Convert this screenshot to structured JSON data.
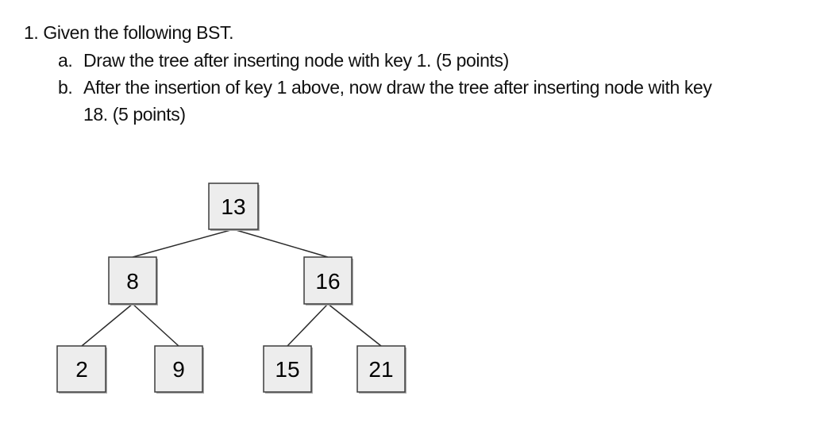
{
  "question": {
    "title": "1. Given the following BST.",
    "items": [
      {
        "marker": "a.",
        "lines": [
          "Draw the tree after inserting node with key 1. (5 points)"
        ]
      },
      {
        "marker": "b.",
        "lines": [
          "After the insertion of key 1 above, now draw the tree after inserting node with key",
          "18. (5 points)"
        ]
      }
    ]
  },
  "tree": {
    "nodes": [
      {
        "value": "13"
      },
      {
        "value": "8"
      },
      {
        "value": "16"
      },
      {
        "value": "2"
      },
      {
        "value": "9"
      },
      {
        "value": "15"
      },
      {
        "value": "21"
      }
    ],
    "edges": [
      {
        "from": "13",
        "to": "8"
      },
      {
        "from": "13",
        "to": "16"
      },
      {
        "from": "8",
        "to": "2"
      },
      {
        "from": "8",
        "to": "9"
      },
      {
        "from": "16",
        "to": "15"
      },
      {
        "from": "16",
        "to": "21"
      }
    ],
    "colors": {
      "node_fill": "#ededed",
      "node_border": "#3d3d3d",
      "node_shadow": "#aaaaaa",
      "edge": "#2b2b2b",
      "text": "#000000"
    }
  }
}
